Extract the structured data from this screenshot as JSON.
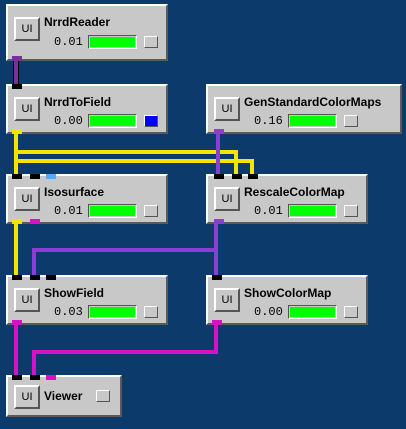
{
  "colors": {
    "background": "#0c3a6a",
    "wire_nrrd": "#7a2fa0",
    "wire_field": "#f2e600",
    "wire_colormap": "#8a3fd0",
    "wire_geometry": "#d612c8",
    "status_active": "#0000ff",
    "progress": "#00ff00"
  },
  "modules": [
    {
      "id": "nrrdreader",
      "name": "NrrdReader",
      "time": "0.01",
      "ui_label": "UI",
      "progress": 1.0,
      "status_color": "#c8c8c8"
    },
    {
      "id": "nrrdtofield",
      "name": "NrrdToField",
      "time": "0.00",
      "ui_label": "UI",
      "progress": 1.0,
      "status_color": "#0000ff"
    },
    {
      "id": "genstandardcolormaps",
      "name": "GenStandardColorMaps",
      "time": "0.16",
      "ui_label": "UI",
      "progress": 1.0,
      "status_color": "#c8c8c8"
    },
    {
      "id": "isosurface",
      "name": "Isosurface",
      "time": "0.01",
      "ui_label": "UI",
      "progress": 1.0,
      "status_color": "#c8c8c8"
    },
    {
      "id": "rescalecolormap",
      "name": "RescaleColorMap",
      "time": "0.01",
      "ui_label": "UI",
      "progress": 1.0,
      "status_color": "#c8c8c8"
    },
    {
      "id": "showfield",
      "name": "ShowField",
      "time": "0.03",
      "ui_label": "UI",
      "progress": 1.0,
      "status_color": "#c8c8c8"
    },
    {
      "id": "showcolormap",
      "name": "ShowColorMap",
      "time": "0.00",
      "ui_label": "UI",
      "progress": 1.0,
      "status_color": "#c8c8c8"
    },
    {
      "id": "viewer",
      "name": "Viewer",
      "ui_label": "UI",
      "status_color": "#c8c8c8"
    }
  ]
}
